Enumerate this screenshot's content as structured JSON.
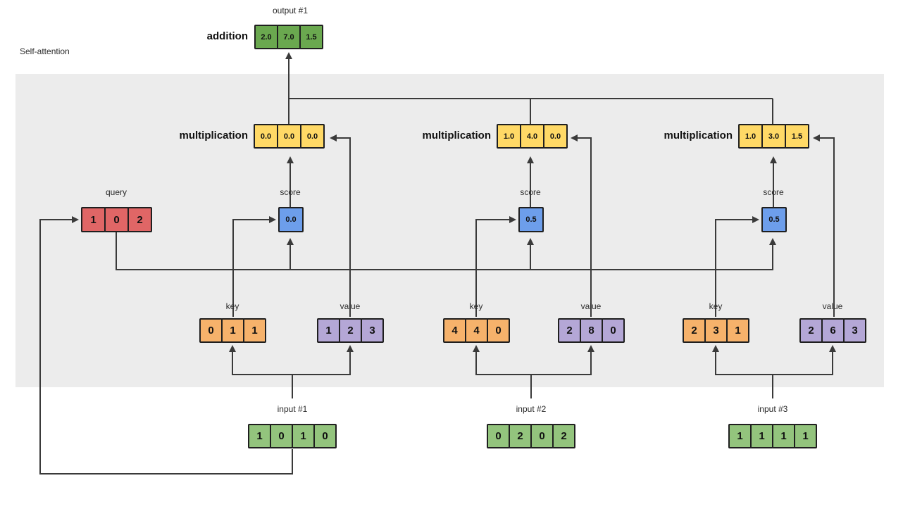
{
  "section_label": "Self-attention",
  "colors": {
    "cell_green_dark": "#6aa84f",
    "cell_green": "#93c47d",
    "cell_yellow": "#ffd966",
    "cell_blue": "#6d9eeb",
    "cell_red": "#e06666",
    "cell_orange": "#f6b26b",
    "cell_purple": "#b4a7d6",
    "canvas_gray": "#ececec",
    "line": "#3a3a3a"
  },
  "output": {
    "label": "output #1"
  },
  "addition": {
    "label": "addition",
    "values": [
      "2.0",
      "7.0",
      "1.5"
    ]
  },
  "query": {
    "label": "query",
    "values": [
      "1",
      "0",
      "2"
    ]
  },
  "branches": [
    {
      "multiplication_label": "multiplication",
      "multiplication": [
        "0.0",
        "0.0",
        "0.0"
      ],
      "score_label": "score",
      "score": "0.0",
      "key_label": "key",
      "key": [
        "0",
        "1",
        "1"
      ],
      "value_label": "value",
      "value": [
        "1",
        "2",
        "3"
      ],
      "input_label": "input #1",
      "input": [
        "1",
        "0",
        "1",
        "0"
      ]
    },
    {
      "multiplication_label": "multiplication",
      "multiplication": [
        "1.0",
        "4.0",
        "0.0"
      ],
      "score_label": "score",
      "score": "0.5",
      "key_label": "key",
      "key": [
        "4",
        "4",
        "0"
      ],
      "value_label": "value",
      "value": [
        "2",
        "8",
        "0"
      ],
      "input_label": "input #2",
      "input": [
        "0",
        "2",
        "0",
        "2"
      ]
    },
    {
      "multiplication_label": "multiplication",
      "multiplication": [
        "1.0",
        "3.0",
        "1.5"
      ],
      "score_label": "score",
      "score": "0.5",
      "key_label": "key",
      "key": [
        "2",
        "3",
        "1"
      ],
      "value_label": "value",
      "value": [
        "2",
        "6",
        "3"
      ],
      "input_label": "input #3",
      "input": [
        "1",
        "1",
        "1",
        "1"
      ]
    }
  ]
}
